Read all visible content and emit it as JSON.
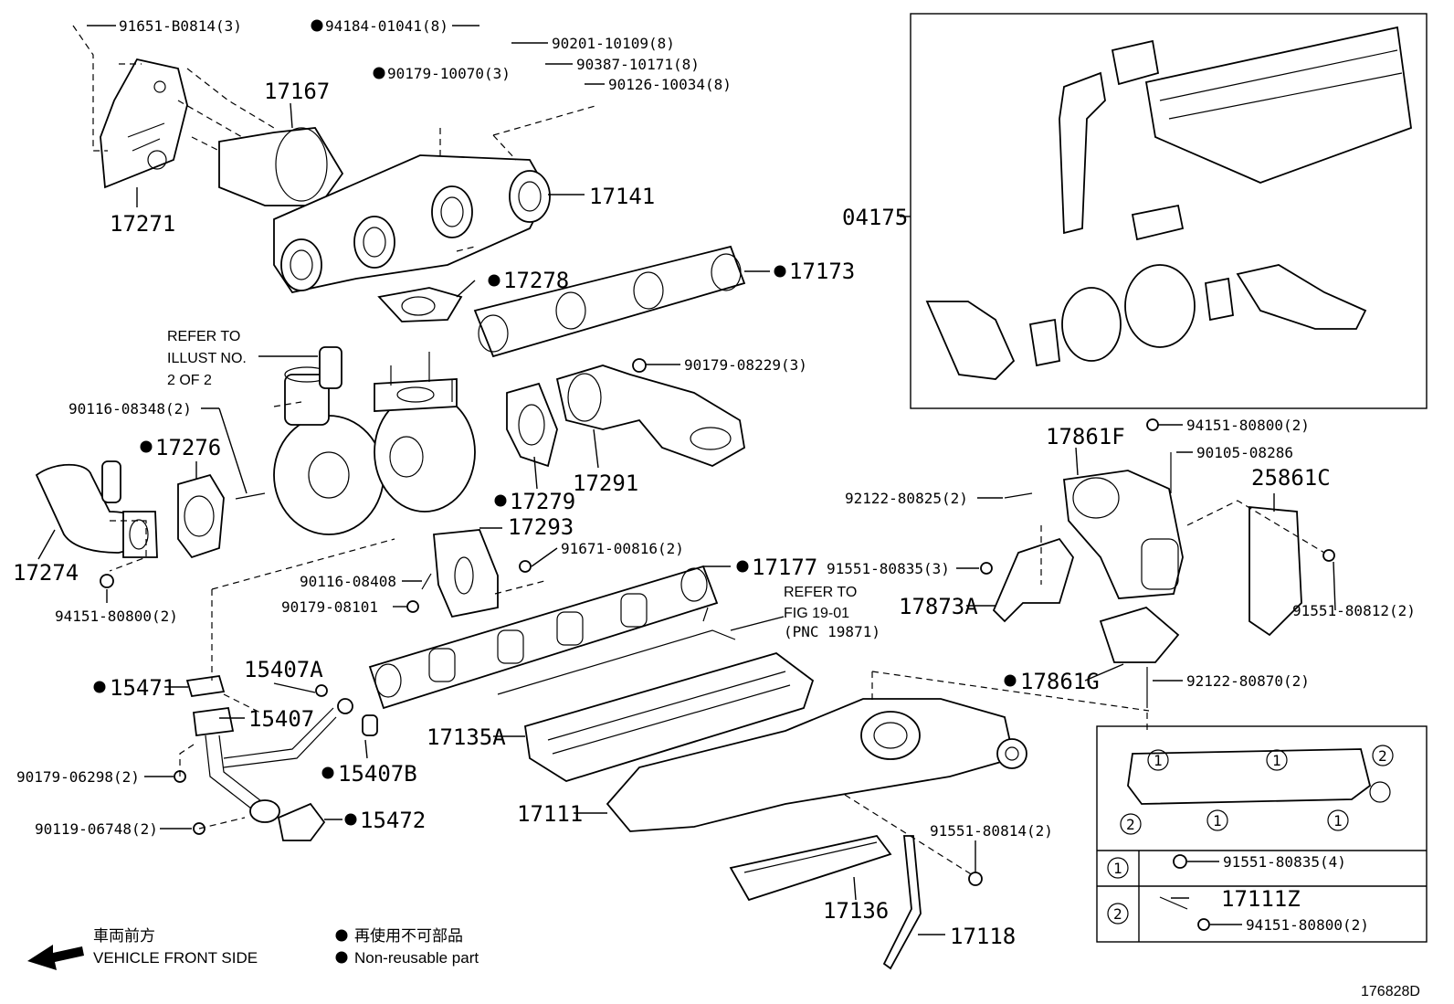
{
  "diagram": {
    "parts": {
      "p17271": "17271",
      "p17167": "17167",
      "p17141": "17141",
      "p17278": "17278",
      "p17173": "17173",
      "p04175": "04175",
      "p17276": "17276",
      "p17274": "17274",
      "p17279": "17279",
      "p17291": "17291",
      "p17293": "17293",
      "p17177": "17177",
      "p15407a": "15407A",
      "p15471": "15471",
      "p15407": "15407",
      "p15407b": "15407B",
      "p15472": "15472",
      "p17135a": "17135A",
      "p17111": "17111",
      "p17136": "17136",
      "p17118": "17118",
      "p17861f": "17861F",
      "p25861c": "25861C",
      "p17873a": "17873A",
      "p17861g": "17861G",
      "p17111z": "17111Z"
    },
    "bolts": {
      "b1": "91651-B0814(3)",
      "b2": "94184-01041(8)",
      "b3": "90201-10109(8)",
      "b4": "90387-10171(8)",
      "b5": "90126-10034(8)",
      "b6": "90179-10070(3)",
      "b7": "90179-08229(3)",
      "b8": "90116-08348(2)",
      "b9": "94151-80800(2)",
      "b10": "91671-00816(2)",
      "b11": "90116-08408",
      "b12": "90179-08101",
      "b13": "90179-06298(2)",
      "b14": "90119-06748(2)",
      "b15": "94151-80800(2)",
      "b16": "90105-08286",
      "b17": "92122-80825(2)",
      "b18": "91551-80835(3)",
      "b19": "91551-80812(2)",
      "b20": "92122-80870(2)",
      "b21": "91551-80814(2)",
      "b22": "91551-80835(4)",
      "b23": "94151-80800(2)"
    },
    "notes": {
      "refer_illust_1": "REFER TO",
      "refer_illust_2": "ILLUST NO.",
      "refer_illust_3": "2 OF 2",
      "refer_fig_1": "REFER TO",
      "refer_fig_2": "FIG 19-01",
      "refer_fig_3": "(PNC 19871)"
    },
    "inset_numbers": {
      "one": "1",
      "two": "2"
    },
    "legend": {
      "front_jp": "車両前方",
      "front_en": "VEHICLE FRONT SIDE",
      "nonreuse_jp": "再使用不可部品",
      "nonreuse_en": "Non-reusable part"
    },
    "figure_id": "176828D"
  }
}
